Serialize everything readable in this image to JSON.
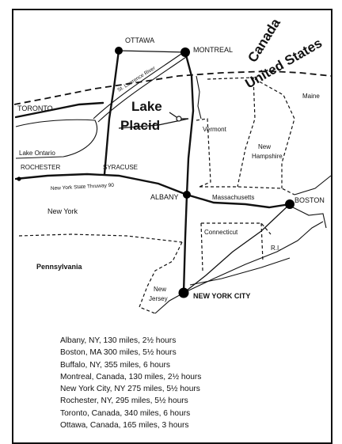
{
  "map": {
    "country_labels": {
      "canada": "Canada",
      "united_states": "United States"
    },
    "destination": {
      "line1": "Lake",
      "line2": "Placid"
    },
    "cities": {
      "ottawa": "OTTAWA",
      "montreal": "MONTREAL",
      "toronto": "TORONTO",
      "rochester": "ROCHESTER",
      "syracuse": "SYRACUSE",
      "albany": "ALBANY",
      "boston": "BOSTON",
      "new_york_city": "NEW YORK CITY"
    },
    "regions": {
      "lake_ontario": "Lake Ontario",
      "vermont": "Vermont",
      "new_hampshire_1": "New",
      "new_hampshire_2": "Hampshire",
      "maine": "Maine",
      "massachusetts": "Massachusetts",
      "connecticut": "Connecticut",
      "ri": "R.I.",
      "new_york": "New York",
      "pennsylvania": "Pennsylvania",
      "new_jersey_1": "New",
      "new_jersey_2": "Jersey"
    },
    "features": {
      "st_lawrence": "St. Lawrence River",
      "thruway": "New York State Thruway 90"
    }
  },
  "distances": [
    "Albany, NY, 130 miles, 2½ hours",
    "Boston, MA  300 miles, 5½ hours",
    "Buffalo, NY, 355 miles, 6 hours",
    "Montreal, Canada, 130 miles, 2½ hours",
    "New York City, NY  275 miles, 5½ hours",
    "Rochester, NY, 295 miles, 5½ hours",
    "Toronto, Canada, 340 miles, 6 hours",
    "Ottawa, Canada, 165 miles, 3 hours"
  ]
}
